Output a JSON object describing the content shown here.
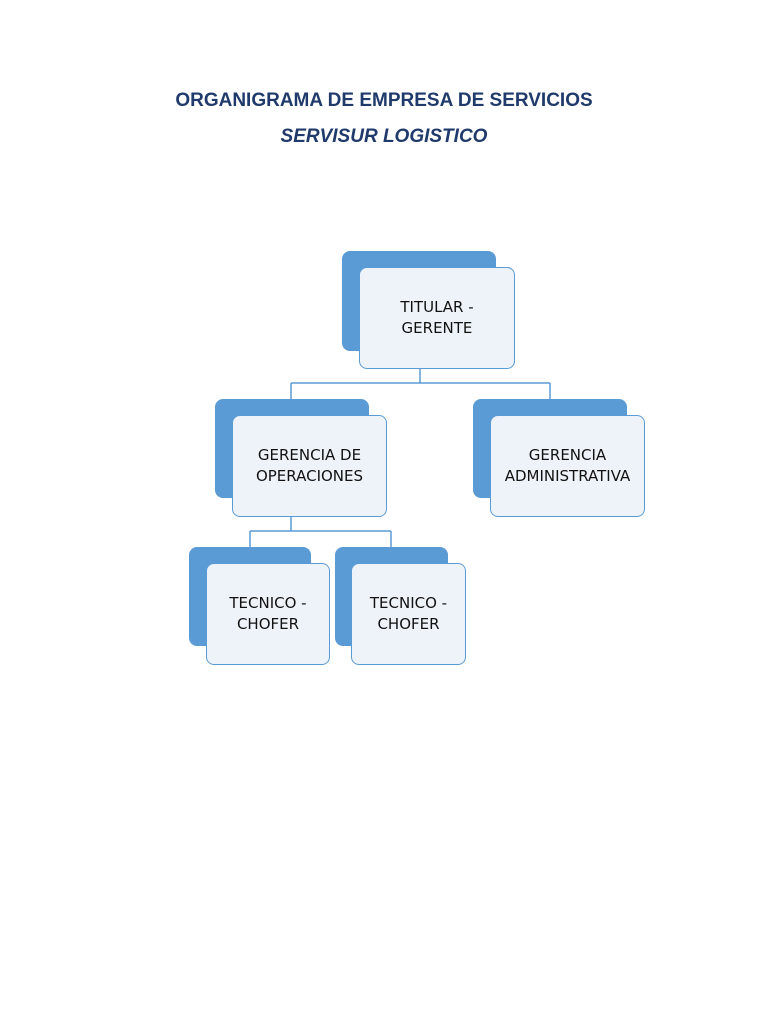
{
  "header": {
    "title": "ORGANIGRAMA DE EMPRESA DE SERVICIOS",
    "subtitle": "SERVISUR LOGISTICO"
  },
  "colors": {
    "title": "#1f3a6b",
    "box_back": "#5b9bd5",
    "box_front": "#eef3fa",
    "connector": "#5b9bd5"
  },
  "org": {
    "root": {
      "label": "TITULAR -\nGERENTE"
    },
    "operaciones": {
      "label": "GERENCIA DE\nOPERACIONES"
    },
    "administrativa": {
      "label": "GERENCIA\nADMINISTRATIVA"
    },
    "tecnico_1": {
      "label": "TECNICO -\nCHOFER"
    },
    "tecnico_2": {
      "label": "TECNICO -\nCHOFER"
    }
  }
}
